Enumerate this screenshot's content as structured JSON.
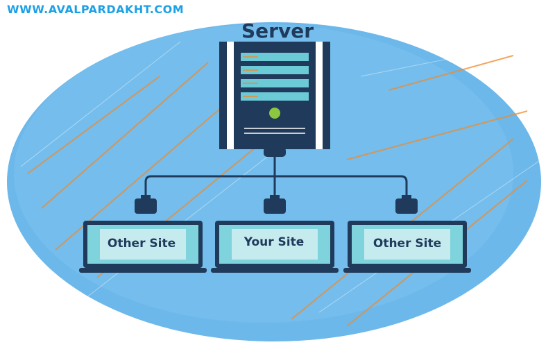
{
  "watermark": "WWW.AVALPARDAKHT.COM",
  "server": {
    "title": "Server"
  },
  "sites": {
    "left": "Other Site",
    "center": "Your Site",
    "right": "Other Site"
  },
  "colors": {
    "background_blob": "#6cb8ea",
    "accent_stroke": "#f08a2c",
    "server_body": "#1f3a5a",
    "server_slot": "#6cc9d6",
    "server_led": "#8dc63f",
    "laptop_screen": "#7fd3dc",
    "connector": "#1f3a5a",
    "watermark": "#1da1e6"
  }
}
